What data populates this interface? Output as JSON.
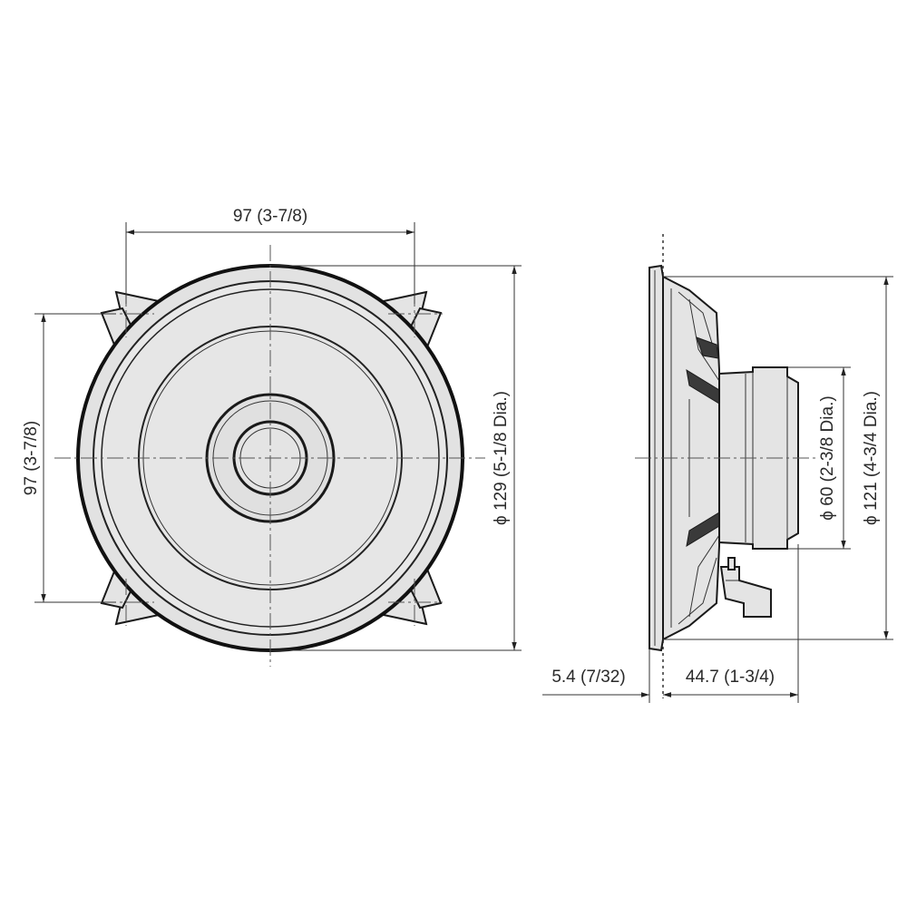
{
  "dimensions": {
    "front_width": "97 (3-7/8)",
    "front_height": "97 (3-7/8)",
    "outer_diameter": "ϕ 129 (5-1/8 Dia.)",
    "magnet_diameter": "ϕ 60 (2-3/8 Dia.)",
    "mount_diameter": "ϕ 121 (4-3/4 Dia.)",
    "flange_depth": "5.4 (7/32)",
    "mount_depth": "44.7 (1-3/4)"
  }
}
